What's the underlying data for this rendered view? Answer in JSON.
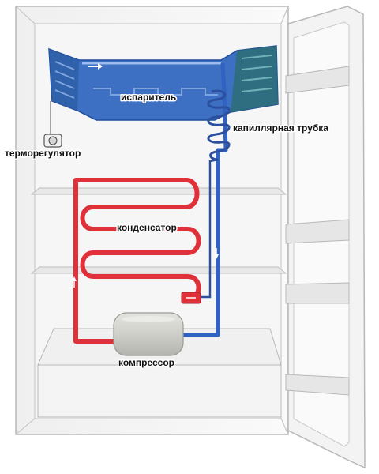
{
  "labels": {
    "evaporator": "испаритель",
    "capillary_tube": "капиллярная трубка",
    "thermostat": "терморегулятор",
    "condenser": "конденсатор",
    "compressor": "компрессор"
  },
  "colors": {
    "cold_line": "#2f62c2",
    "hot_line": "#e0303a",
    "evaporator_fill": "#3d6fc3",
    "evaporator_teal": "#2d6d74",
    "cabinet_outline": "#b8b8b8",
    "compressor_fill": "#cfcfca"
  },
  "icons": {
    "flow_arrow": "arrow-icon",
    "thermostat": "thermostat-dial-icon",
    "filter": "filter-drier-icon"
  }
}
